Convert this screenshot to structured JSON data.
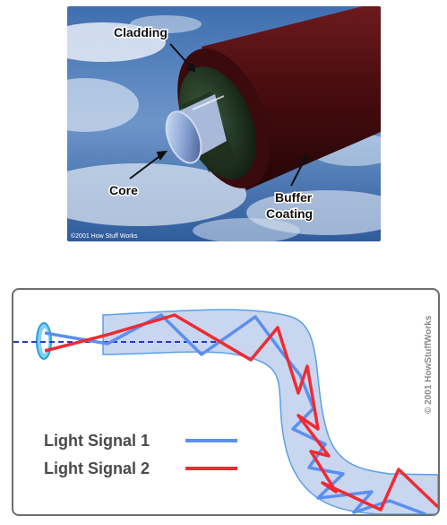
{
  "top_figure": {
    "labels": {
      "cladding": "Cladding",
      "core": "Core",
      "buffer_line1": "Buffer",
      "buffer_line2": "Coating"
    },
    "credit": "©2001 How Stuff Works"
  },
  "bottom_figure": {
    "legend": [
      {
        "label": "Light Signal 1",
        "color": "#5b8ff0"
      },
      {
        "label": "Light Signal 2",
        "color": "#ee2b33"
      }
    ],
    "credit": "© 2001 HowStuffWorks"
  },
  "colors": {
    "fiber_fill": "#c9d6ef",
    "fiber_outline": "#5aa0e6",
    "axis_dash": "#2538c9",
    "cable_dark": "#4a0d10"
  }
}
